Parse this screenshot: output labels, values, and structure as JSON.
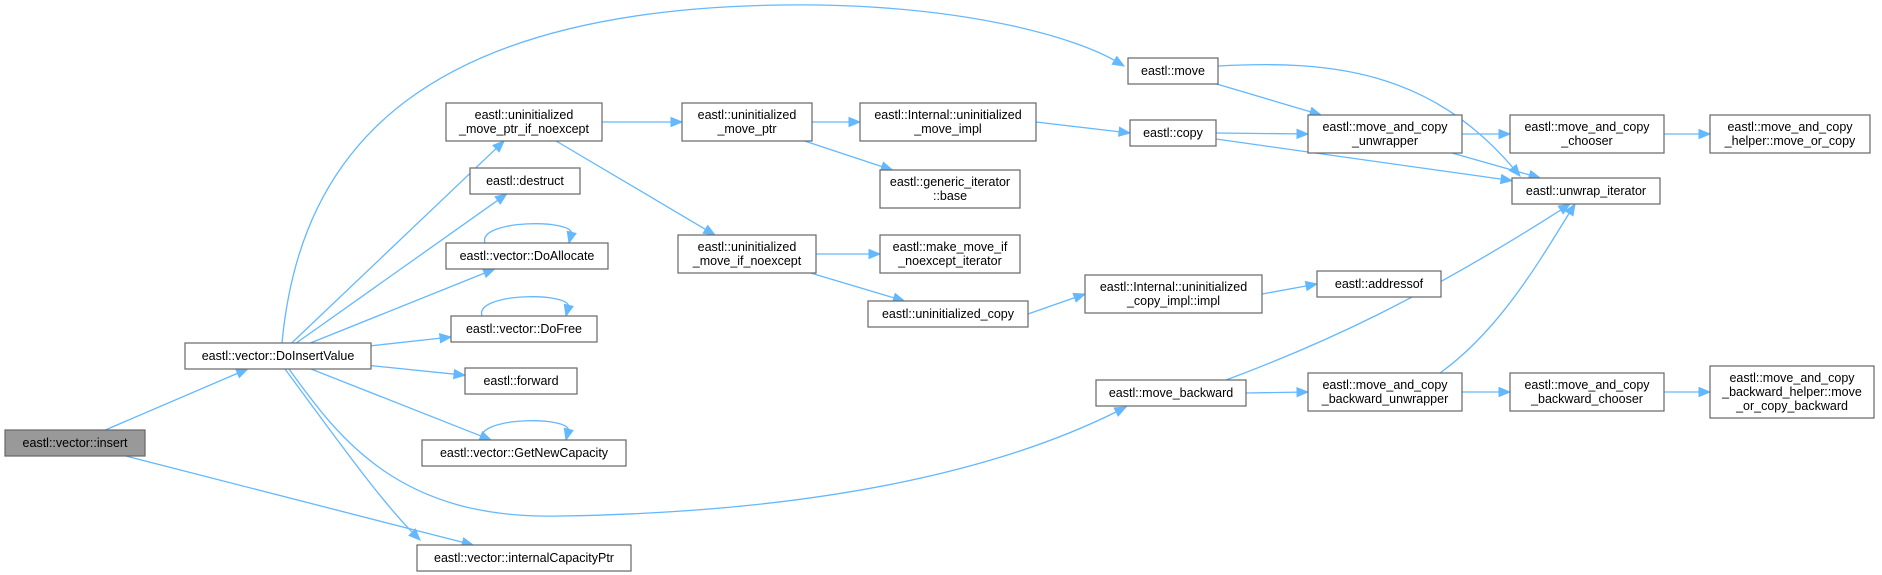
{
  "graph": {
    "nodes": [
      {
        "id": "insert",
        "lines": [
          "eastl::vector::insert"
        ],
        "root": true
      },
      {
        "id": "doinsert",
        "lines": [
          "eastl::vector::DoInsertValue"
        ]
      },
      {
        "id": "uninit_move_ptr_if",
        "lines": [
          "eastl::uninitialized",
          "_move_ptr_if_noexcept"
        ]
      },
      {
        "id": "destruct",
        "lines": [
          "eastl::destruct"
        ]
      },
      {
        "id": "doallocate",
        "lines": [
          "eastl::vector::DoAllocate"
        ]
      },
      {
        "id": "dofree",
        "lines": [
          "eastl::vector::DoFree"
        ]
      },
      {
        "id": "forward",
        "lines": [
          "eastl::forward"
        ]
      },
      {
        "id": "getnewcap",
        "lines": [
          "eastl::vector::GetNewCapacity"
        ]
      },
      {
        "id": "intcapptr",
        "lines": [
          "eastl::vector::internalCapacityPtr"
        ]
      },
      {
        "id": "uninit_move_ptr",
        "lines": [
          "eastl::uninitialized",
          "_move_ptr"
        ]
      },
      {
        "id": "uninit_move_if",
        "lines": [
          "eastl::uninitialized",
          "_move_if_noexcept"
        ]
      },
      {
        "id": "internal_move_impl",
        "lines": [
          "eastl::Internal::uninitialized",
          "_move_impl"
        ]
      },
      {
        "id": "generic_iter_base",
        "lines": [
          "eastl::generic_iterator",
          "::base"
        ]
      },
      {
        "id": "make_move_if",
        "lines": [
          "eastl::make_move_if",
          "_noexcept_iterator"
        ]
      },
      {
        "id": "uninit_copy",
        "lines": [
          "eastl::uninitialized_copy"
        ]
      },
      {
        "id": "internal_copy_impl",
        "lines": [
          "eastl::Internal::uninitialized",
          "_copy_impl::impl"
        ]
      },
      {
        "id": "addressof",
        "lines": [
          "eastl::addressof"
        ]
      },
      {
        "id": "move",
        "lines": [
          "eastl::move"
        ]
      },
      {
        "id": "copy",
        "lines": [
          "eastl::copy"
        ]
      },
      {
        "id": "move_backward",
        "lines": [
          "eastl::move_backward"
        ]
      },
      {
        "id": "mac_unwrapper",
        "lines": [
          "eastl::move_and_copy",
          "_unwrapper"
        ]
      },
      {
        "id": "mac_chooser",
        "lines": [
          "eastl::move_and_copy",
          "_chooser"
        ]
      },
      {
        "id": "mac_helper",
        "lines": [
          "eastl::move_and_copy",
          "_helper::move_or_copy"
        ]
      },
      {
        "id": "unwrap_iter",
        "lines": [
          "eastl::unwrap_iterator"
        ]
      },
      {
        "id": "macb_unwrapper",
        "lines": [
          "eastl::move_and_copy",
          "_backward_unwrapper"
        ]
      },
      {
        "id": "macb_chooser",
        "lines": [
          "eastl::move_and_copy",
          "_backward_chooser"
        ]
      },
      {
        "id": "macb_helper",
        "lines": [
          "eastl::move_and_copy",
          "_backward_helper::move",
          "_or_copy_backward"
        ]
      }
    ],
    "edges": [
      [
        "insert",
        "doinsert"
      ],
      [
        "insert",
        "intcapptr"
      ],
      [
        "doinsert",
        "uninit_move_ptr_if"
      ],
      [
        "doinsert",
        "destruct"
      ],
      [
        "doinsert",
        "doallocate"
      ],
      [
        "doinsert",
        "dofree"
      ],
      [
        "doinsert",
        "forward"
      ],
      [
        "doinsert",
        "getnewcap"
      ],
      [
        "doinsert",
        "intcapptr"
      ],
      [
        "doinsert",
        "move"
      ],
      [
        "doinsert",
        "move_backward"
      ],
      [
        "uninit_move_ptr_if",
        "uninit_move_ptr"
      ],
      [
        "uninit_move_ptr_if",
        "uninit_move_if"
      ],
      [
        "uninit_move_ptr",
        "internal_move_impl"
      ],
      [
        "uninit_move_ptr",
        "generic_iter_base"
      ],
      [
        "uninit_move_if",
        "make_move_if"
      ],
      [
        "uninit_move_if",
        "uninit_copy"
      ],
      [
        "uninit_copy",
        "internal_copy_impl"
      ],
      [
        "internal_copy_impl",
        "addressof"
      ],
      [
        "internal_move_impl",
        "copy"
      ],
      [
        "move",
        "mac_unwrapper"
      ],
      [
        "move",
        "unwrap_iter"
      ],
      [
        "copy",
        "mac_unwrapper"
      ],
      [
        "copy",
        "unwrap_iter"
      ],
      [
        "mac_unwrapper",
        "mac_chooser"
      ],
      [
        "mac_unwrapper",
        "unwrap_iter"
      ],
      [
        "mac_chooser",
        "mac_helper"
      ],
      [
        "move_backward",
        "macb_unwrapper"
      ],
      [
        "move_backward",
        "unwrap_iter"
      ],
      [
        "macb_unwrapper",
        "macb_chooser"
      ],
      [
        "macb_unwrapper",
        "unwrap_iter"
      ],
      [
        "macb_chooser",
        "macb_helper"
      ],
      [
        "doallocate",
        "doallocate"
      ],
      [
        "dofree",
        "dofree"
      ],
      [
        "getnewcap",
        "getnewcap"
      ]
    ]
  }
}
